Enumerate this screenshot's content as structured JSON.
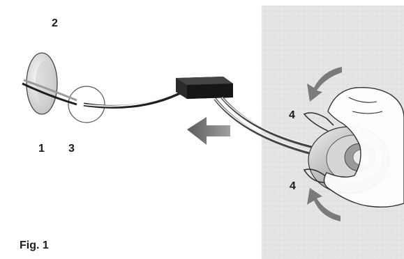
{
  "figure": {
    "caption": "Fig. 1",
    "callouts": {
      "one": "1",
      "two": "2",
      "three": "3",
      "four_top": "4",
      "four_bottom": "4"
    }
  },
  "colors": {
    "background": "#ffffff",
    "wall_panel": "#e3e3e3",
    "driver_box": "#222222",
    "cable_dark": "#1e1e1e",
    "cable_light": "#f2f2f2",
    "arrow_fill": "#6f6f6f",
    "fixture_metal": "#b9b9b9",
    "outline": "#333333"
  },
  "icons": {
    "insert_arrow": "arrow-left-icon",
    "rotate_top": "curved-arrow-down-icon",
    "rotate_bottom": "curved-arrow-up-icon"
  }
}
